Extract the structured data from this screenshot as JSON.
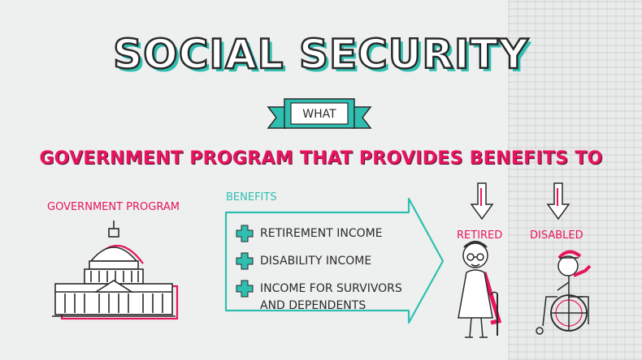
{
  "title": "SOCIAL SECURITY",
  "banner": {
    "label": "WHAT"
  },
  "headline": "GOVERNMENT PROGRAM THAT PROVIDES  BENEFITS TO",
  "left": {
    "label": "GOVERNMENT PROGRAM"
  },
  "benefits": {
    "label": "BENEFITS",
    "items": [
      "RETIREMENT INCOME",
      "DISABILITY INCOME",
      "INCOME FOR SURVIVORS\nAND DEPENDENTS"
    ]
  },
  "recipients": {
    "retired": "RETIRED",
    "disabled": "DISABLED"
  },
  "colors": {
    "pink": "#e8145f",
    "teal": "#2fbfb0",
    "ink": "#2a2a2a"
  }
}
